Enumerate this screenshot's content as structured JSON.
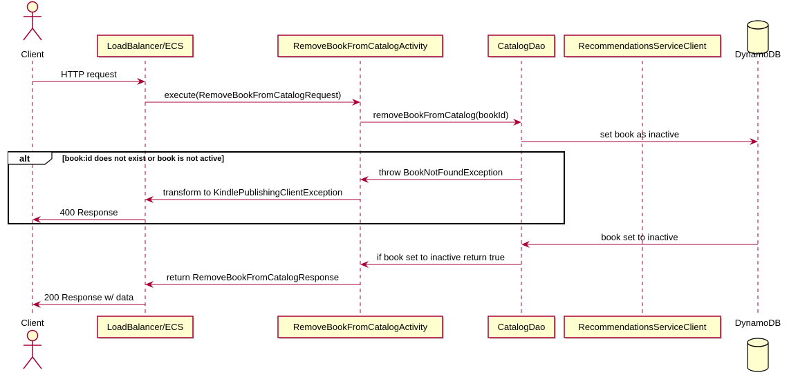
{
  "participants": [
    {
      "id": "client",
      "label": "Client",
      "kind": "actor"
    },
    {
      "id": "lb",
      "label": "LoadBalancer/ECS",
      "kind": "box"
    },
    {
      "id": "activity",
      "label": "RemoveBookFromCatalogActivity",
      "kind": "box"
    },
    {
      "id": "dao",
      "label": "CatalogDao",
      "kind": "box"
    },
    {
      "id": "recs",
      "label": "RecommendationsServiceClient",
      "kind": "box"
    },
    {
      "id": "ddb",
      "label": "DynamoDB",
      "kind": "database"
    }
  ],
  "messages": [
    {
      "from": "client",
      "to": "lb",
      "label": "HTTP request"
    },
    {
      "from": "lb",
      "to": "activity",
      "label": "execute(RemoveBookFromCatalogRequest)"
    },
    {
      "from": "activity",
      "to": "dao",
      "label": "removeBookFromCatalog(bookId)"
    },
    {
      "from": "dao",
      "to": "ddb",
      "label": "set book as inactive"
    },
    {
      "from": "dao",
      "to": "activity",
      "label": "throw BookNotFoundException"
    },
    {
      "from": "activity",
      "to": "lb",
      "label": "transform to KindlePublishingClientException"
    },
    {
      "from": "lb",
      "to": "client",
      "label": "400 Response"
    },
    {
      "from": "ddb",
      "to": "dao",
      "label": "book set to inactive"
    },
    {
      "from": "dao",
      "to": "activity",
      "label": "if book set to inactive return true"
    },
    {
      "from": "activity",
      "to": "lb",
      "label": "return RemoveBookFromCatalogResponse"
    },
    {
      "from": "lb",
      "to": "client",
      "label": "200 Response w/ data"
    }
  ],
  "fragment": {
    "keyword": "alt",
    "condition": "[book:id does not exist or book is not active]"
  },
  "colors": {
    "line": "#A80036",
    "box_fill": "#FEFECE",
    "fragment_border": "#000000"
  }
}
